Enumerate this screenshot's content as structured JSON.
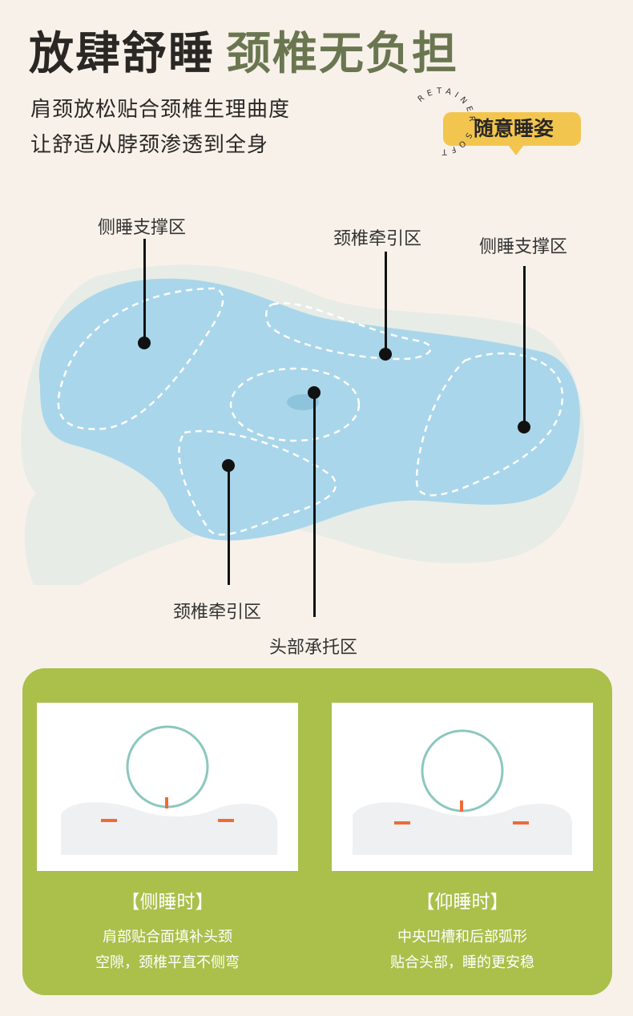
{
  "header": {
    "title_dark": "放肆舒睡",
    "title_green": "颈椎无负担",
    "subtitle_lines": [
      "肩颈放松贴合颈椎生理曲度",
      "让舒适从脖颈渗透到全身"
    ],
    "badge": "随意睡姿",
    "ring_text": "RETAINER SOFT"
  },
  "zones": {
    "left": "侧睡支撑区",
    "top_center": "颈椎牵引区",
    "right": "侧睡支撑区",
    "bottom_left": "颈椎牵引区",
    "bottom_center": "头部承托区"
  },
  "postures": [
    {
      "title": "【侧睡时】",
      "lines": [
        "肩部贴合面填补头颈",
        "空隙，颈椎平直不侧弯"
      ]
    },
    {
      "title": "【仰睡时】",
      "lines": [
        "中央凹槽和后部弧形",
        "贴合头部，睡的更安稳"
      ]
    }
  ],
  "colors": {
    "accent_green": "#abbf4b",
    "badge_yellow": "#f2c64e",
    "pillow_blue": "#a9d6ea"
  }
}
